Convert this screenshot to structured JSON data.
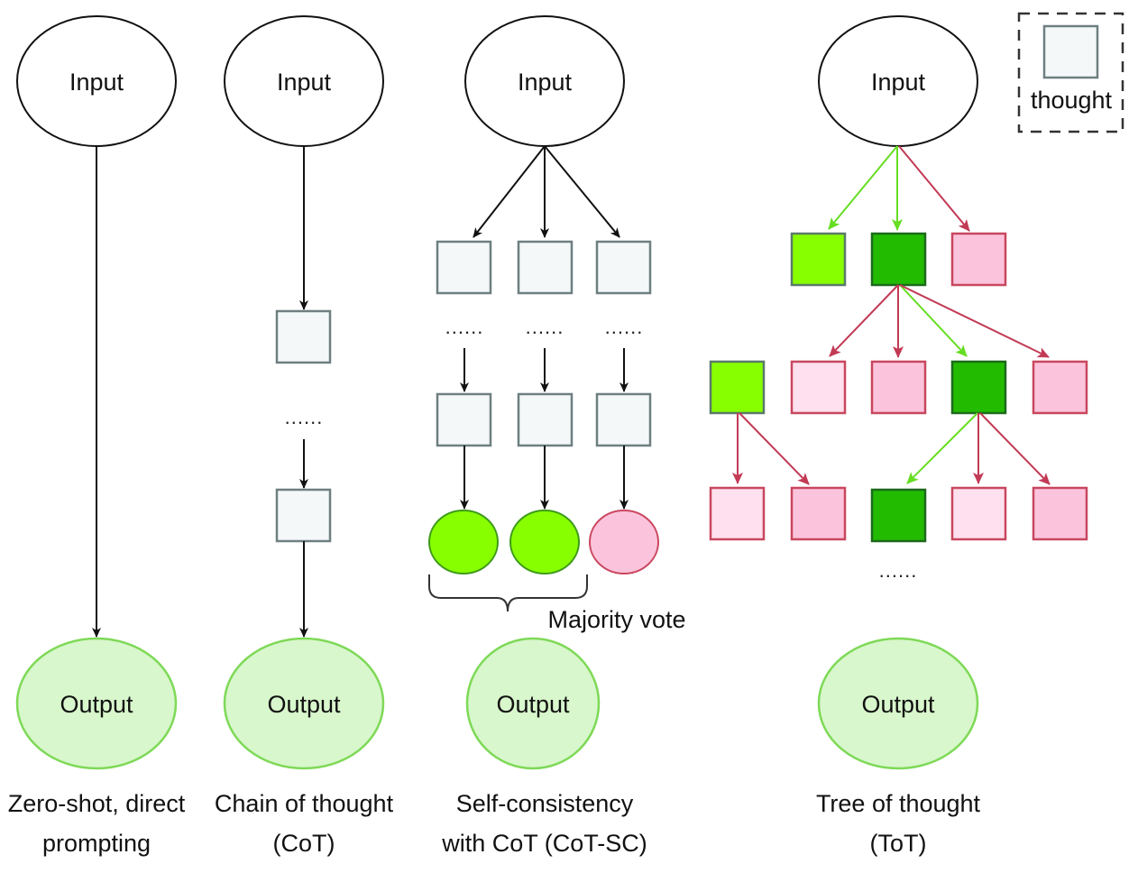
{
  "diagram": {
    "legend": {
      "label": "thought"
    },
    "node_labels": {
      "input": "Input",
      "output": "Output"
    },
    "ellipsis": "......",
    "majority_vote": "Majority vote",
    "colors": {
      "thought_fill": "#f4f8f9",
      "thought_stroke": "#6e7f80",
      "output_fill": "#d8f7cc",
      "output_stroke": "#7ed957",
      "good_light": "#88ff00",
      "good_dark": "#22bb00",
      "bad_light": "#ffe0ee",
      "bad_mid": "#fcc4dc",
      "bad_stroke": "#c8475f",
      "green_arrow": "#66dd22",
      "red_arrow": "#c23a55"
    },
    "panels": [
      {
        "caption_line1": "Zero-shot, direct",
        "caption_line2": "prompting"
      },
      {
        "caption_line1": "Chain of thought",
        "caption_line2": "(CoT)"
      },
      {
        "caption_line1": "Self-consistency",
        "caption_line2": "with CoT (CoT-SC)"
      },
      {
        "caption_line1": "Tree of thought",
        "caption_line2": "(ToT)"
      }
    ]
  }
}
